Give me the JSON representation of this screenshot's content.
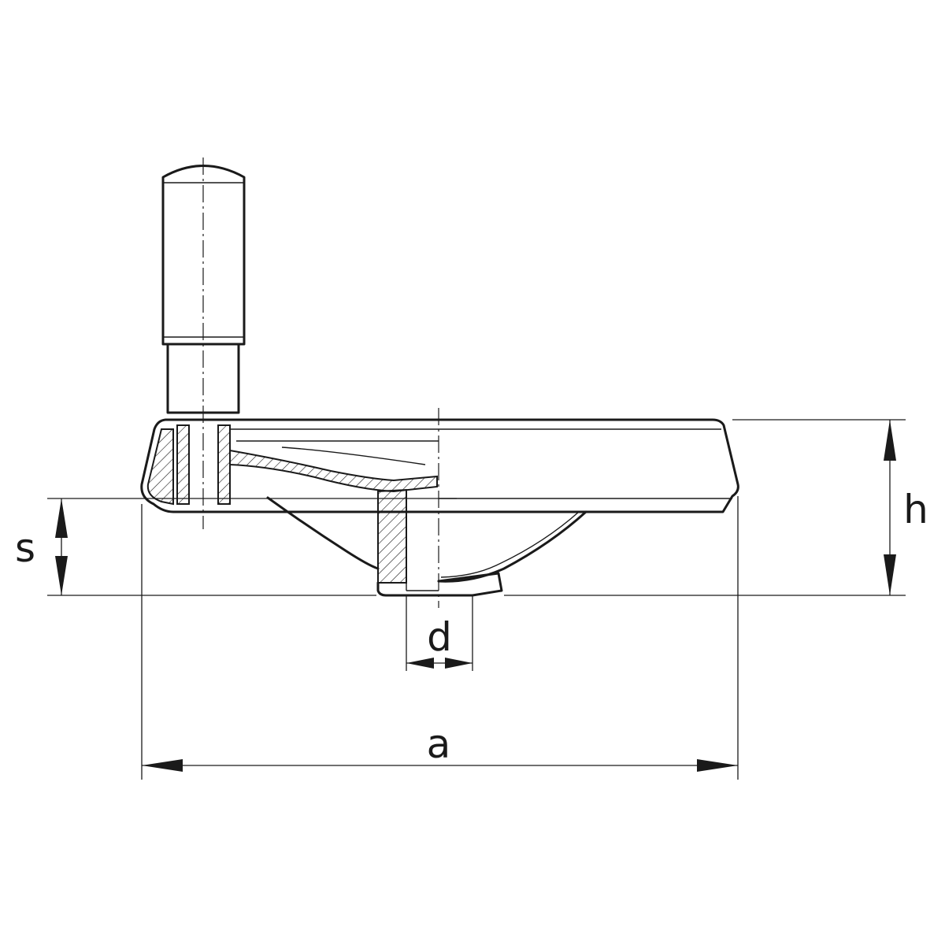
{
  "dimensions": {
    "a": "a",
    "h": "h",
    "s": "s",
    "d": "d"
  }
}
